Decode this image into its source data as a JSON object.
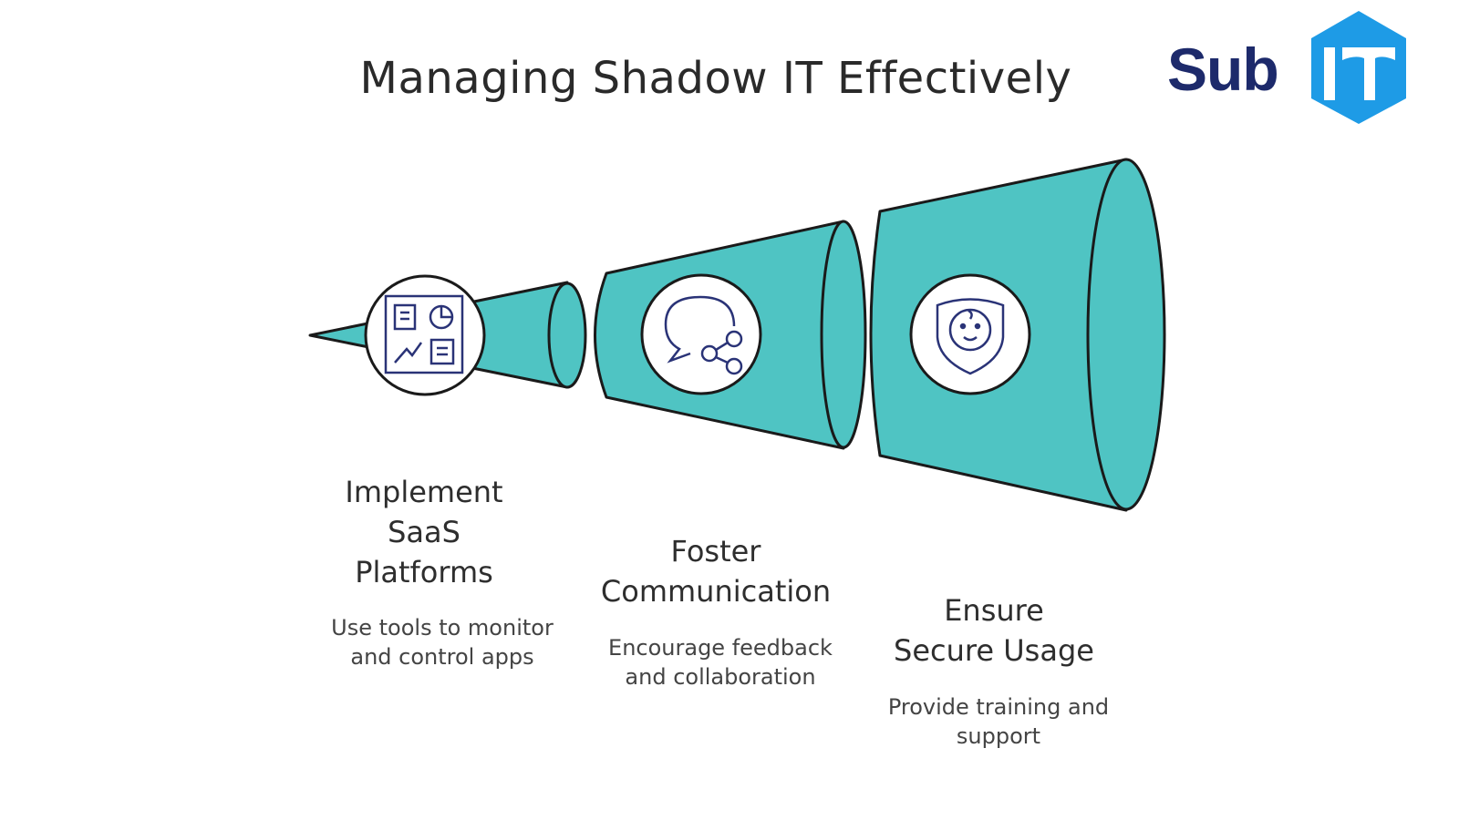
{
  "title": "Managing Shadow IT Effectively",
  "logo": {
    "text_primary": "Sub",
    "text_badge": "IT",
    "primary_color": "#1d2a6b",
    "badge_color": "#1e9be6"
  },
  "colors": {
    "funnel_fill": "#4fc4c3",
    "outline": "#1a1a1a",
    "icon_stroke": "#2a3377"
  },
  "stages": [
    {
      "heading_lines": [
        "Implement",
        "SaaS",
        "Platforms"
      ],
      "description_lines": [
        "Use tools to monitor",
        "and control apps"
      ],
      "icon": "dashboard-icon"
    },
    {
      "heading_lines": [
        "Foster",
        "Communication"
      ],
      "description_lines": [
        "Encourage feedback",
        "and collaboration"
      ],
      "icon": "chat-share-icon"
    },
    {
      "heading_lines": [
        "Ensure",
        "Secure Usage"
      ],
      "description_lines": [
        "Provide training and",
        "support"
      ],
      "icon": "shield-user-icon"
    }
  ]
}
